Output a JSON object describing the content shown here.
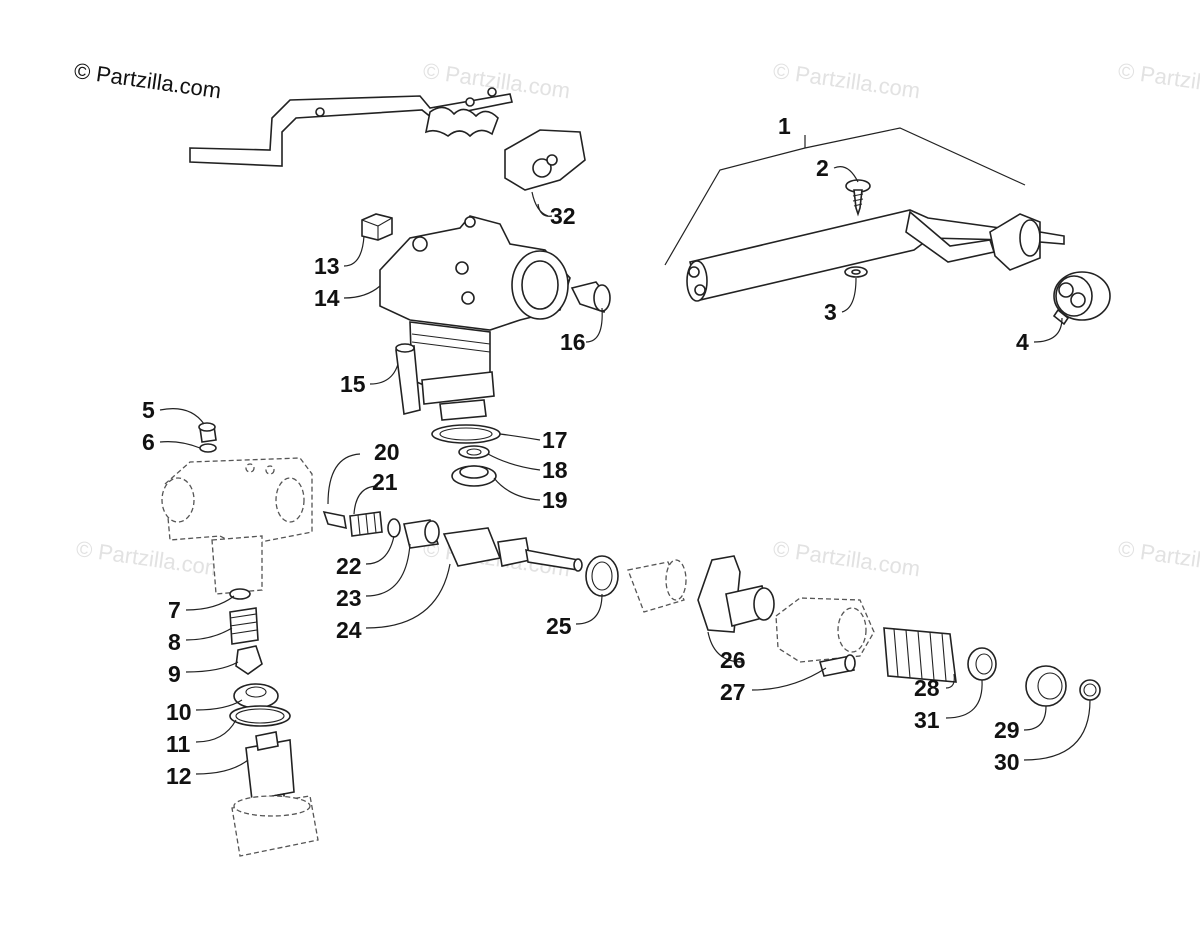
{
  "copyright": "© Partzilla.com",
  "watermark": "© Partzilla.com",
  "callouts": [
    "1",
    "2",
    "3",
    "4",
    "5",
    "6",
    "7",
    "8",
    "9",
    "10",
    "11",
    "12",
    "13",
    "14",
    "15",
    "16",
    "17",
    "18",
    "19",
    "20",
    "21",
    "22",
    "23",
    "24",
    "25",
    "26",
    "27",
    "28",
    "29",
    "30",
    "31",
    "32"
  ]
}
